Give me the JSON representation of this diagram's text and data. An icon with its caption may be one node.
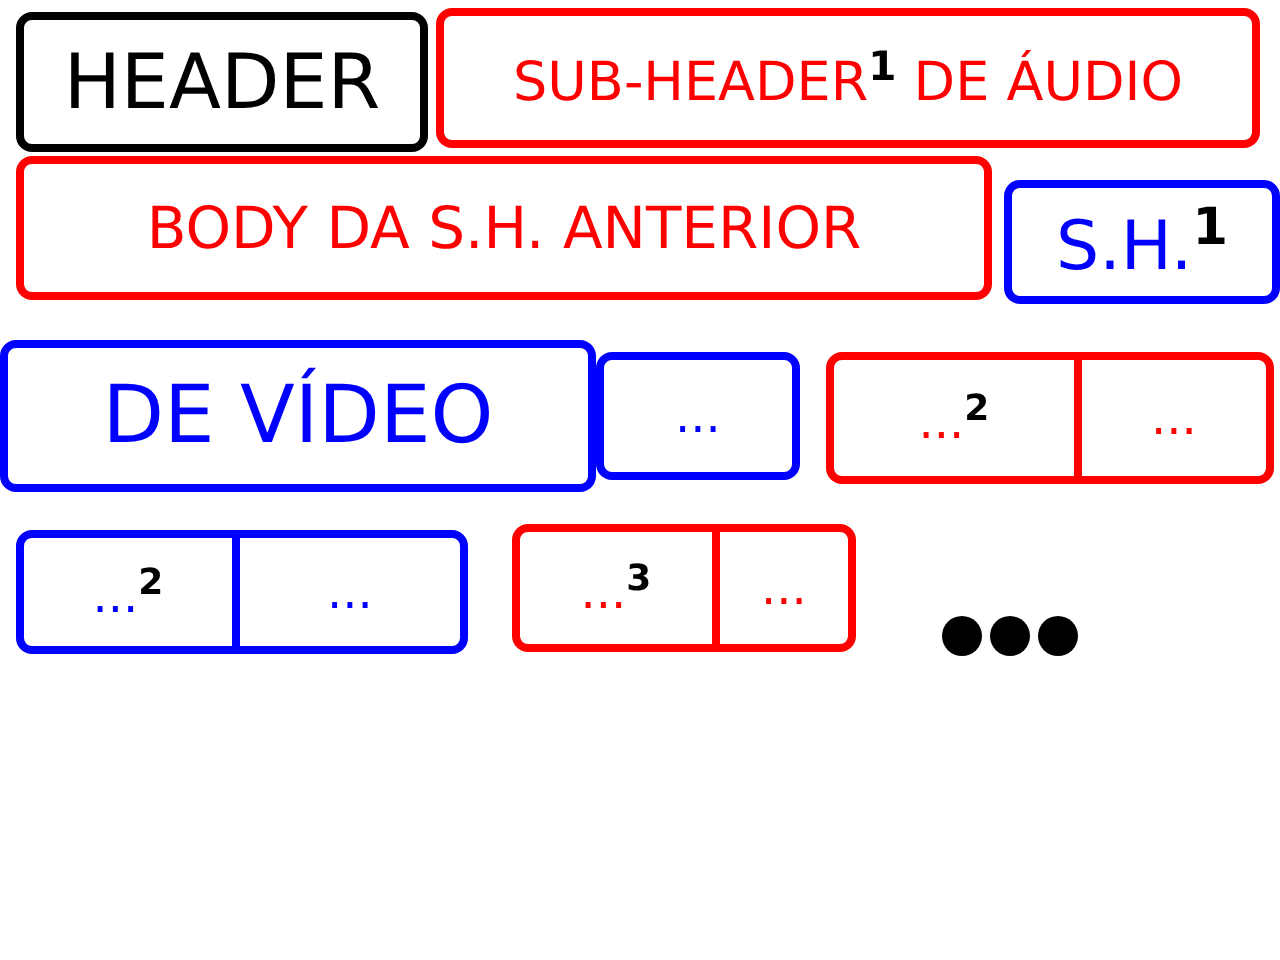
{
  "diagram": {
    "nodes": [
      {
        "text": [
          "HEADER"
        ]
      },
      {
        "text": [
          "SUB-HEADER$^{1}$ DE ÁUDIO"
        ]
      },
      {
        "text": [
          "BODY DA S.H. ANTERIOR"
        ]
      },
      {
        "text": [
          "S.H.$^{1}$"
        ]
      },
      {
        "text": [
          "DE VÍDEO"
        ]
      },
      {
        "text": [
          "..."
        ]
      },
      {
        "text": [],
        "shape": "box"
      },
      {
        "text": [
          "...$^{2}$"
        ],
        "in": 6
      },
      {
        "text": [
          "..."
        ],
        "in": 6
      },
      {
        "text": [],
        "shape": "box"
      },
      {
        "text": [
          "...$^{2}$"
        ],
        "in": 9
      },
      {
        "text": [
          "..."
        ],
        "in": 9
      },
      {
        "text": [],
        "shape": "box"
      },
      {
        "text": [
          "...$^{3}$"
        ],
        "in": 12
      },
      {
        "text": [
          "..."
        ],
        "in": 12
      }
    ],
    "edges": []
  }
}
